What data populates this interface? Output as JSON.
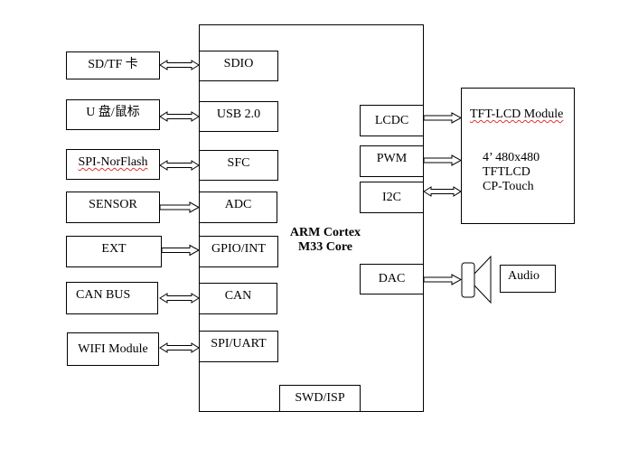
{
  "core": {
    "line1": "ARM Cortex",
    "line2": "M33 Core"
  },
  "left_devices": {
    "sd": "SD/TF 卡",
    "usb": "U 盘/鼠标",
    "spi_nor": "SPI-NorFlash",
    "sensor": "SENSOR",
    "ext": "EXT",
    "can_bus": "CAN BUS",
    "wifi": "WIFI Module"
  },
  "left_ports": {
    "sdio": "SDIO",
    "usb2": "USB 2.0",
    "sfc": "SFC",
    "adc": "ADC",
    "gpio": "GPIO/INT",
    "can": "CAN",
    "spi_uart": "SPI/UART"
  },
  "right_ports": {
    "lcdc": "LCDC",
    "pwm": "PWM",
    "i2c": "I2C",
    "dac": "DAC"
  },
  "bottom_port": "SWD/ISP",
  "tft": {
    "title": "TFT-LCD Module",
    "line1": "4’ 480x480",
    "line2": "TFTLCD",
    "line3": "CP-Touch"
  },
  "audio": "Audio"
}
